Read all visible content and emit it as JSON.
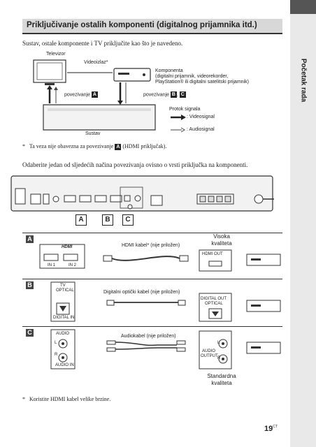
{
  "side_tab": {
    "label": "Početak rada"
  },
  "title": "Priključivanje ostalih komponenti (digitalnog prijamnika itd.)",
  "intro": "Sustav, ostale komponente i TV priključite kao što je navedeno.",
  "diagram": {
    "tv_label": "Televizor",
    "video_out_label": "Videoizlaz*",
    "component_label": "Komponenta",
    "component_desc_1": "(digitalni prijamnik, videorekorder,",
    "component_desc_2": "PlayStation® ili digitalni satelitski prijamnik)",
    "conn_a_label": "povezivanje",
    "conn_a_badge": "A",
    "conn_bc_label": "povezivanje",
    "conn_bc_badge1": "B",
    "conn_bc_badge2": "C",
    "signal_flow_label": "Protok signala",
    "video_signal": ": Videosignal",
    "audio_signal": ": Audiosignal",
    "system_label": "Sustav"
  },
  "footnote1_star": "*",
  "footnote1_a": "Ta veza nije obavezna za povezivanje",
  "footnote1_badge": "A",
  "footnote1_b": "(HDMI priključak).",
  "choose_text": "Odaberite jedan od sljedećih načina povezivanja ovisno o vrsti priključka na komponenti.",
  "panel_badges": [
    "A",
    "B",
    "C"
  ],
  "rows": [
    {
      "letter": "A",
      "port_label": "HDMI",
      "port_1": "IN 1",
      "port_2": "IN 2",
      "cable": "HDMI kabel* (nije priložen)",
      "right_port": "HDMI OUT",
      "quality": "Visoka kvaliteta"
    },
    {
      "letter": "B",
      "port_header": "TV",
      "port_sub": "OPTICAL",
      "port_label": "DIGITAL IN",
      "cable": "Digitalni optički kabel (nije priložen)",
      "right_port_1": "DIGITAL OUT",
      "right_port_2": "OPTICAL"
    },
    {
      "letter": "C",
      "port_header": "AUDIO",
      "port_l": "L",
      "port_r": "R",
      "port_label": "AUDIO IN",
      "cable": "Audiokabel (nije priložen)",
      "right_port_1": "AUDIO",
      "right_port_2": "OUTPUT",
      "right_l": "L",
      "right_r": "R",
      "quality": "Standardna kvaliteta"
    }
  ],
  "footnote2_star": "*",
  "footnote2": "Koristite HDMI kabel velike brzine.",
  "page_number": "19",
  "page_suffix": "CT"
}
